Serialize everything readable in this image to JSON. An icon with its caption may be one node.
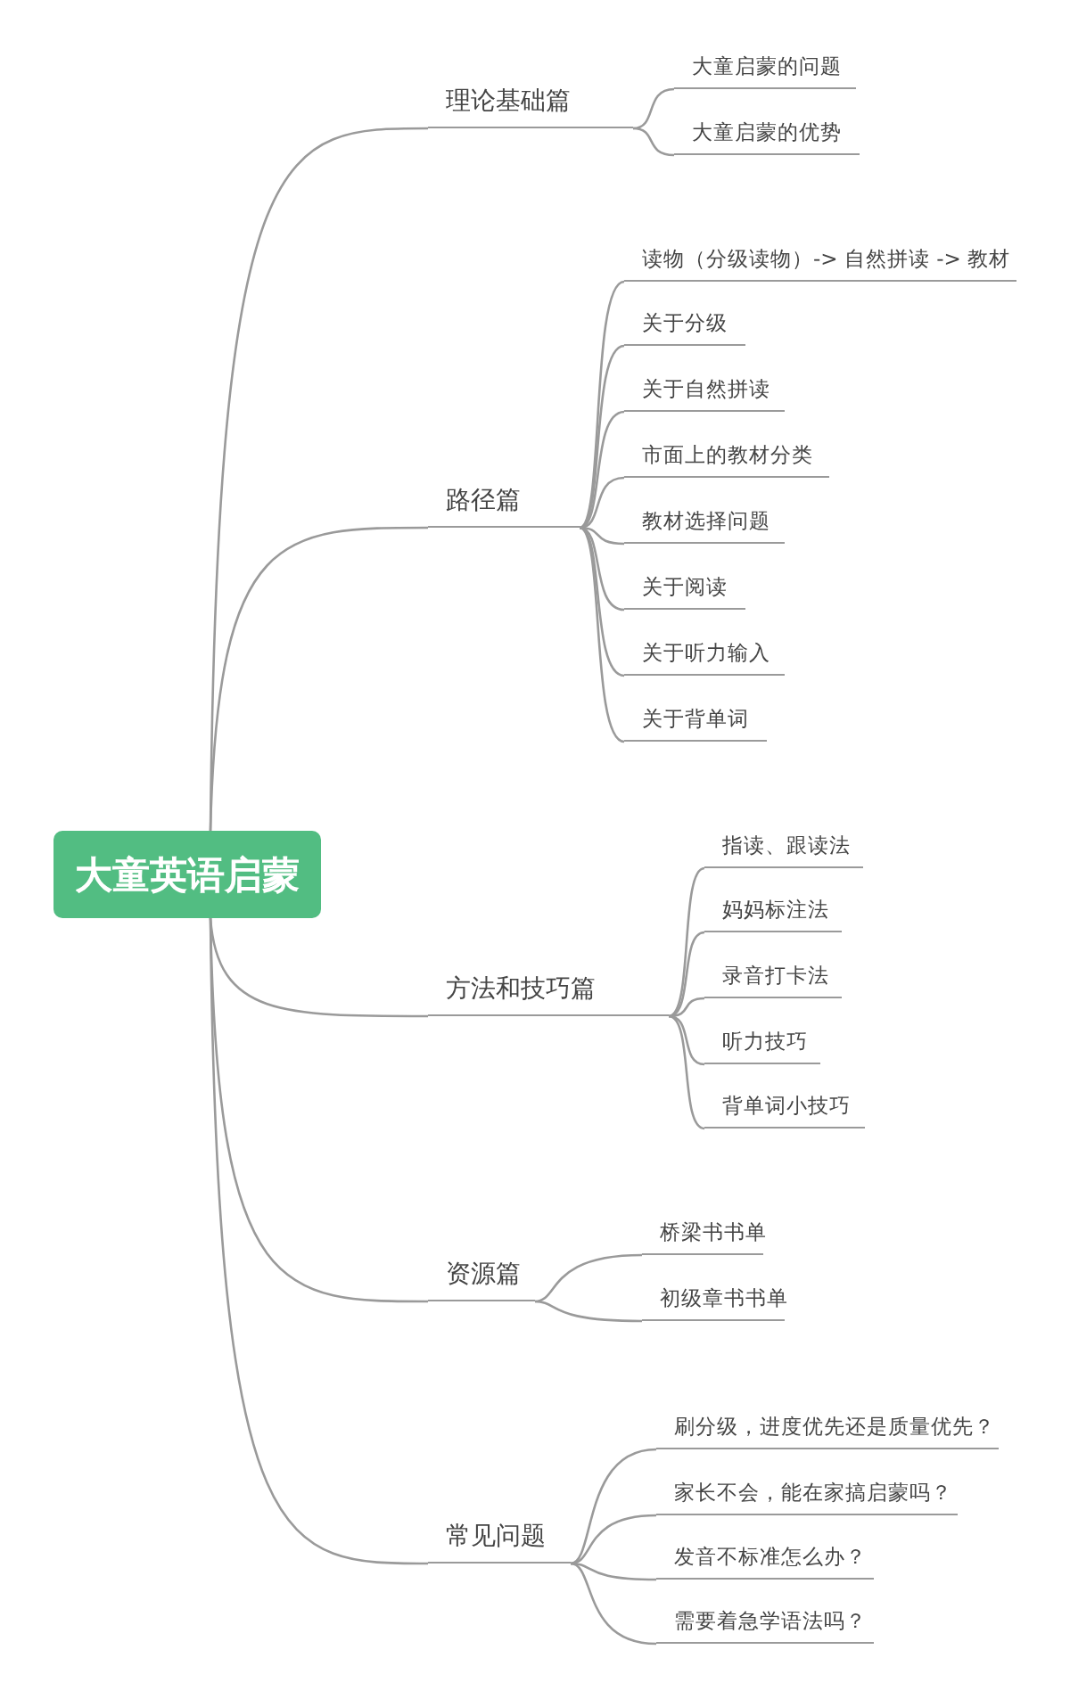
{
  "diagram": {
    "nodes": [
      {
        "text": [
          "大童英语启蒙"
        ]
      },
      {
        "text": [
          "理论基础篇"
        ]
      },
      {
        "text": [
          "大童启蒙的问题"
        ]
      },
      {
        "text": [
          "大童启蒙的优势"
        ]
      },
      {
        "text": [
          "路径篇"
        ]
      },
      {
        "text": [
          "读物（分级读物）-> 自然拼读 -> 教材"
        ]
      },
      {
        "text": [
          "关于分级"
        ]
      },
      {
        "text": [
          "关于自然拼读"
        ]
      },
      {
        "text": [
          "市面上的教材分类"
        ]
      },
      {
        "text": [
          "教材选择问题"
        ]
      },
      {
        "text": [
          "关于阅读"
        ]
      },
      {
        "text": [
          "关于听力输入"
        ]
      },
      {
        "text": [
          "关于背单词"
        ]
      },
      {
        "text": [
          "方法和技巧篇"
        ]
      },
      {
        "text": [
          "指读、跟读法"
        ]
      },
      {
        "text": [
          "妈妈标注法"
        ]
      },
      {
        "text": [
          "录音打卡法"
        ]
      },
      {
        "text": [
          "听力技巧"
        ]
      },
      {
        "text": [
          "背单词小技巧"
        ]
      },
      {
        "text": [
          "资源篇"
        ]
      },
      {
        "text": [
          "桥梁书书单"
        ]
      },
      {
        "text": [
          "初级章书书单"
        ]
      },
      {
        "text": [
          "常见问题"
        ]
      },
      {
        "text": [
          "刷分级，进度优先还是质量优先？"
        ]
      },
      {
        "text": [
          "家长不会，能在家搞启蒙吗？"
        ]
      },
      {
        "text": [
          "发音不标准怎么办？"
        ]
      },
      {
        "text": [
          "需要着急学语法吗？"
        ]
      }
    ],
    "edges": [
      {
        "from": 0,
        "to": 1,
        "arrow": "none"
      },
      {
        "from": 1,
        "to": 2,
        "arrow": "none"
      },
      {
        "from": 1,
        "to": 3,
        "arrow": "none"
      },
      {
        "from": 0,
        "to": 4,
        "arrow": "none"
      },
      {
        "from": 4,
        "to": 5,
        "arrow": "none"
      },
      {
        "from": 4,
        "to": 6,
        "arrow": "none"
      },
      {
        "from": 4,
        "to": 7,
        "arrow": "none"
      },
      {
        "from": 4,
        "to": 8,
        "arrow": "none"
      },
      {
        "from": 4,
        "to": 9,
        "arrow": "none"
      },
      {
        "from": 4,
        "to": 10,
        "arrow": "none"
      },
      {
        "from": 4,
        "to": 11,
        "arrow": "none"
      },
      {
        "from": 4,
        "to": 12,
        "arrow": "none"
      },
      {
        "from": 0,
        "to": 13,
        "arrow": "none"
      },
      {
        "from": 13,
        "to": 14,
        "arrow": "none"
      },
      {
        "from": 13,
        "to": 15,
        "arrow": "none"
      },
      {
        "from": 13,
        "to": 16,
        "arrow": "none"
      },
      {
        "from": 13,
        "to": 17,
        "arrow": "none"
      },
      {
        "from": 13,
        "to": 18,
        "arrow": "none"
      },
      {
        "from": 0,
        "to": 19,
        "arrow": "none"
      },
      {
        "from": 19,
        "to": 20,
        "arrow": "none"
      },
      {
        "from": 19,
        "to": 21,
        "arrow": "none"
      },
      {
        "from": 0,
        "to": 22,
        "arrow": "none"
      },
      {
        "from": 22,
        "to": 23,
        "arrow": "none"
      },
      {
        "from": 22,
        "to": 24,
        "arrow": "none"
      },
      {
        "from": 22,
        "to": 25,
        "arrow": "none"
      },
      {
        "from": 22,
        "to": 26,
        "arrow": "none"
      }
    ]
  }
}
